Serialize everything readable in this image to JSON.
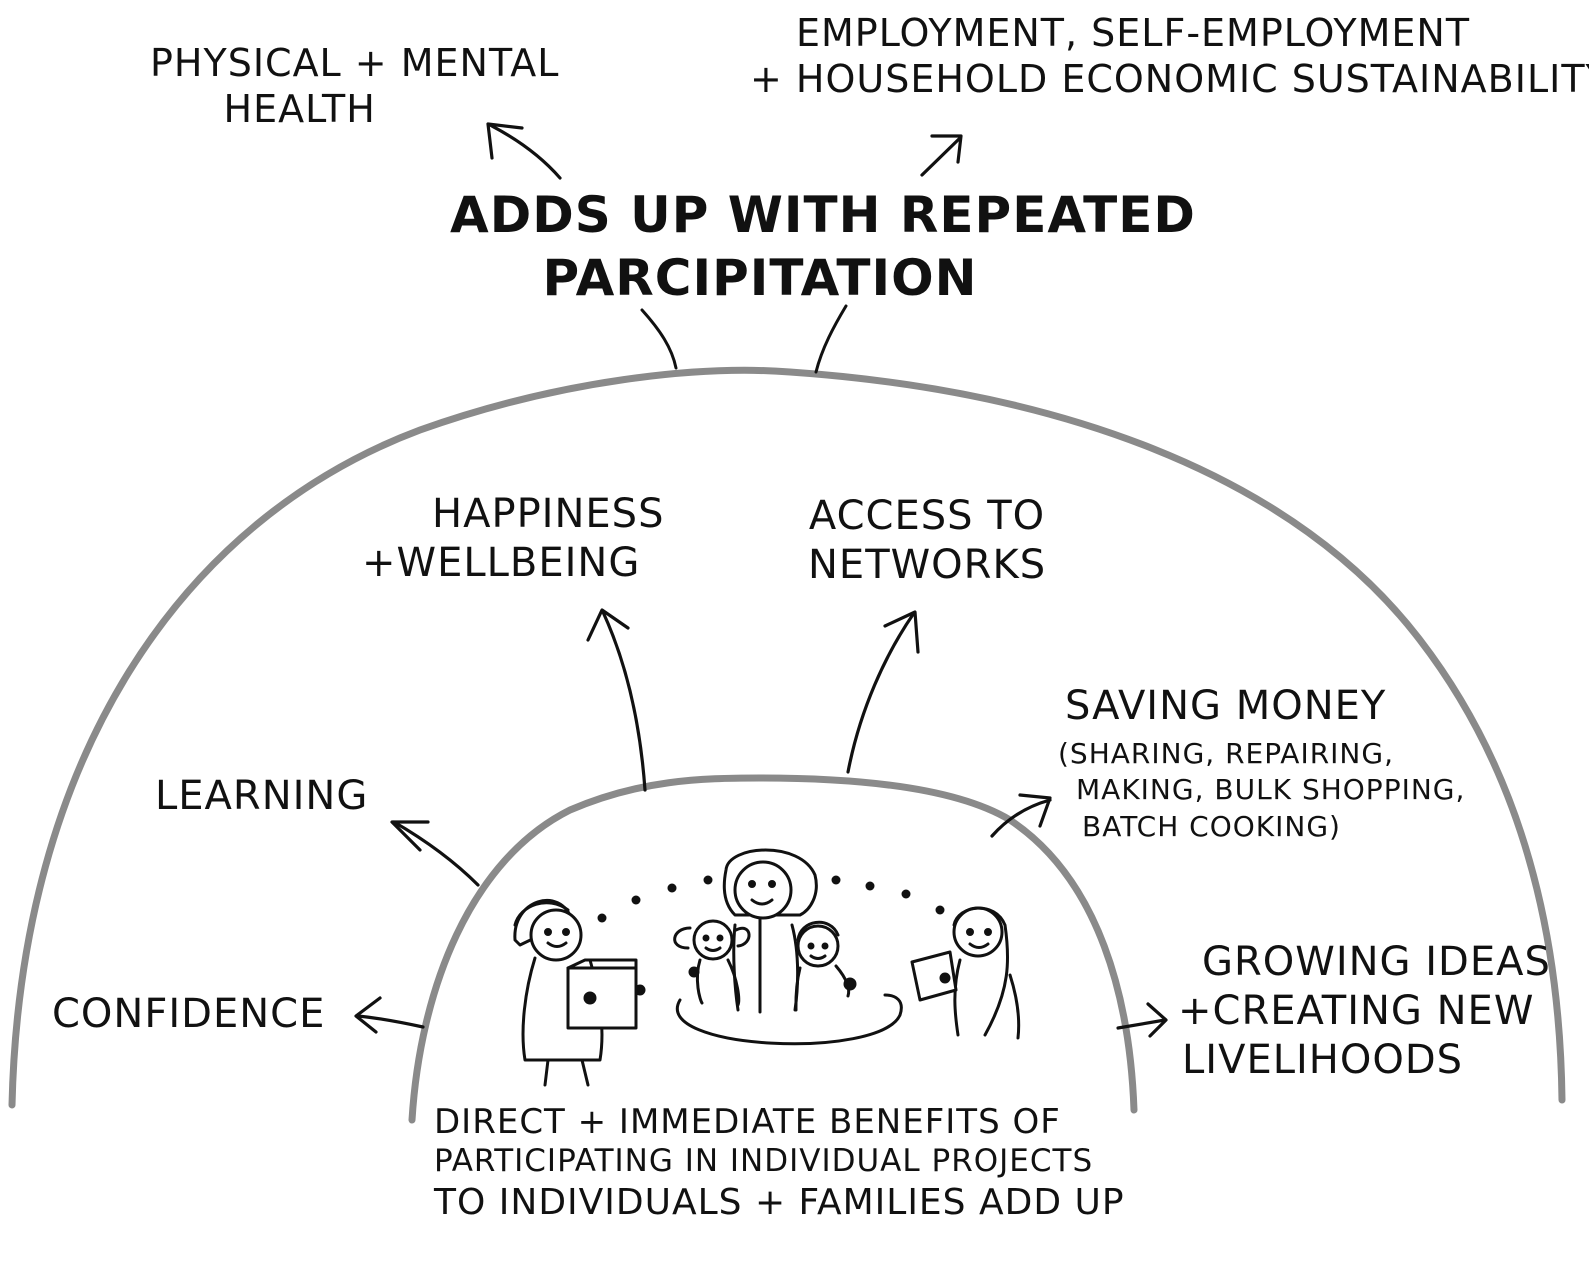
{
  "outcomes_longterm": {
    "health": [
      "PHYSICAL + MENTAL",
      "HEALTH"
    ],
    "employment": [
      "EMPLOYMENT, SELF-EMPLOYMENT",
      "+ HOUSEHOLD ECONOMIC SUSTAINABILITY"
    ]
  },
  "headline": [
    "ADDS UP WITH REPEATED",
    "PARCIPITATION"
  ],
  "benefits": {
    "happiness": [
      "HAPPINESS",
      "+WELLBEING"
    ],
    "networks": [
      "ACCESS TO",
      "NETWORKS"
    ],
    "learning": "LEARNING",
    "confidence": "CONFIDENCE",
    "saving_money": "SAVING MONEY",
    "saving_money_detail": [
      "(SHARING, REPAIRING,",
      "MAKING, BULK SHOPPING,",
      "BATCH COOKING)"
    ],
    "growing_ideas": [
      "GROWING IDEAS",
      "+CREATING NEW",
      "LIVELIHOODS"
    ]
  },
  "caption": [
    "DIRECT + IMMEDIATE BENEFITS OF",
    "PARTICIPATING IN INDIVIDUAL PROJECTS",
    "TO INDIVIDUALS + FAMILIES ADD UP"
  ],
  "colors": {
    "dome_stroke": "#8a8a8a",
    "ink": "#111111"
  }
}
